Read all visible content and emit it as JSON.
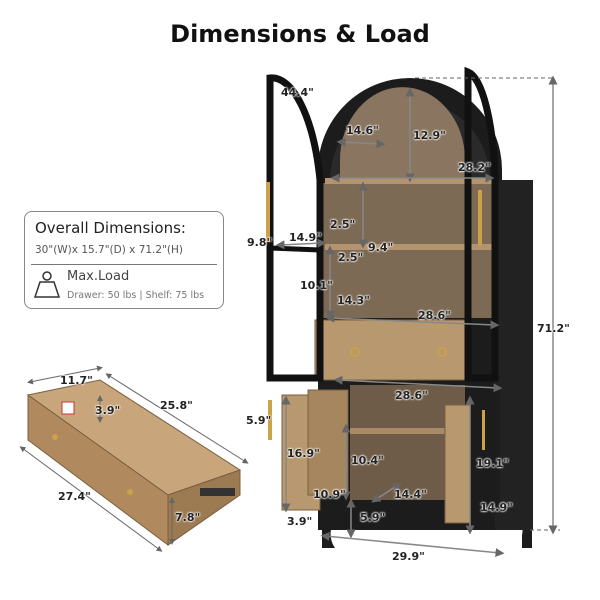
{
  "title": "Dimensions & Load",
  "info_box": {
    "heading": "Overall Dimensions:",
    "dimensions": "30\"(W)x 15.7\"(D) x 71.2\"(H)",
    "max_load_label": "Max.Load",
    "load_details": "Drawer: 50 lbs  | Shelf: 75 lbs",
    "icon": "weight-icon"
  },
  "cabinet_labels": {
    "door_arch_height": "44.4\"",
    "arch_depth": "14.6\"",
    "arch_height": "12.9\"",
    "top_shelf_width": "28.2\"",
    "handle_length_upper": "9.8\"",
    "door_width": "14.9\"",
    "shelf_gap_upper": "2.5\"",
    "upper_compartment_height": "9.4\"",
    "shelf_gap_lower": "2.5\"",
    "middle_compartment_height": "10.1\"",
    "middle_shelf_depth": "14.3\"",
    "drawer_top_width": "28.6\"",
    "lower_cabinet_width": "28.6\"",
    "handle_length_lower": "5.9\"",
    "door_rack_height": "16.9\"",
    "lower_compartment_height": "10.4\"",
    "right_door_height": "19.1\"",
    "door_rack_width": "10.9\"",
    "lower_shelf_depth": "14.4\"",
    "right_door_width": "14.9\"",
    "door_rack_depth": "3.9\"",
    "leg_height": "5.9\"",
    "base_width": "29.9\"",
    "total_height": "71.2\""
  },
  "drawer_labels": {
    "depth": "11.7\"",
    "height_inner": "3.9\"",
    "width_inner": "25.8\"",
    "width_outer": "27.4\"",
    "height_outer": "7.8\""
  },
  "colors": {
    "frame": "#1a1a1a",
    "wood": "#b8986e",
    "wood_dark": "#8a6f50",
    "arrow": "#777777"
  }
}
